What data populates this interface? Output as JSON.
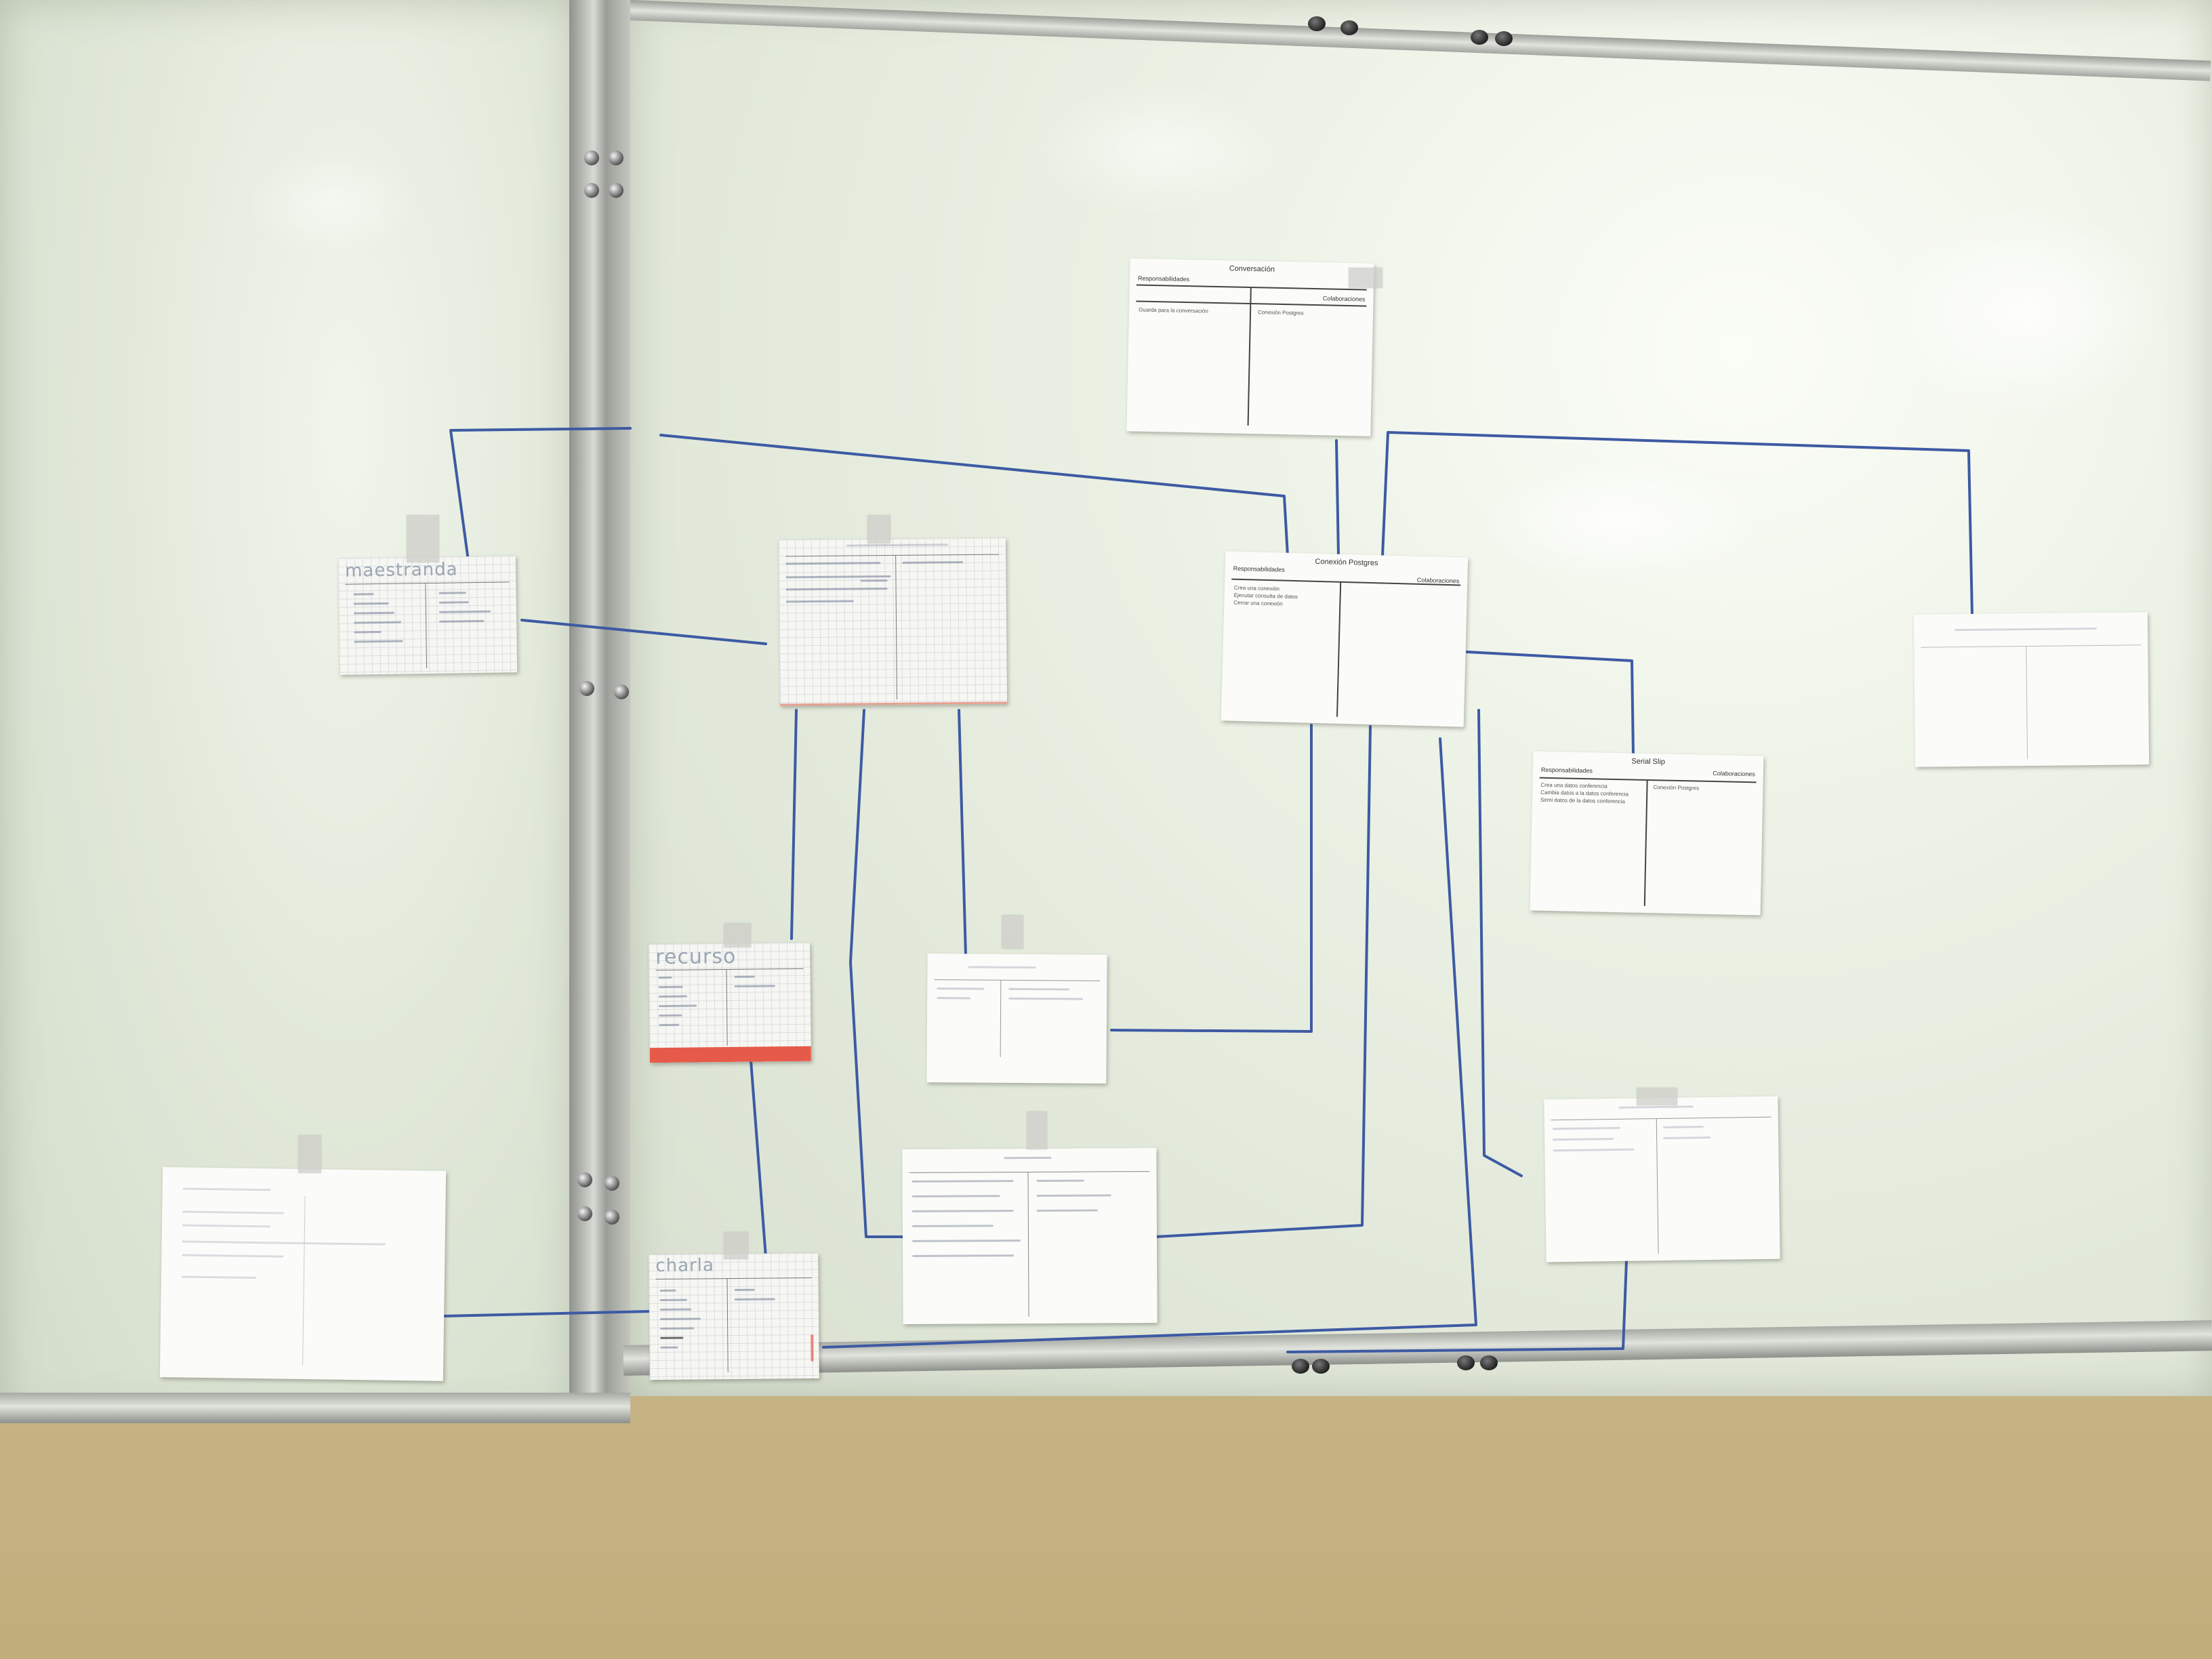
{
  "scene": {
    "description_subject": "whiteboard-with-crc-cards"
  },
  "colors": {
    "line": "#3d5aa3",
    "card": "#fbfbf9",
    "red_strip": "#e65a4a"
  },
  "cards": [
    {
      "key": "top",
      "title": "Conversación",
      "left_head": "Responsabilidades",
      "right_head": "Colaboraciones",
      "left_text": "Guarda para la conversación",
      "right_text": "Conexión Postgres"
    },
    {
      "key": "center",
      "title": "Conexión Postgres",
      "left_head": "Responsabilidades",
      "right_head": "Colaboraciones",
      "left_text": "Crea una conexión\nEjecutar consulta de datos\nCerrar una conexión",
      "right_text": ""
    },
    {
      "key": "right-mid",
      "title": "Serial Slip",
      "left_head": "Responsabilidades",
      "right_head": "Colaboraciones",
      "left_text": "Crea una datos conferencia\nCambia datos a la datos conferencia\nSemi datos de la datos conferencia",
      "right_text": "Conexión Postgres"
    },
    {
      "key": "left-handwritten",
      "title": "",
      "hand_title": "maestranda",
      "left_text": "",
      "right_text": ""
    },
    {
      "key": "recurso",
      "title": "",
      "hand_title": "recurso",
      "left_text": "",
      "right_text": ""
    },
    {
      "key": "charla",
      "title": "",
      "hand_title": "charla",
      "left_text": "",
      "right_text": ""
    }
  ]
}
